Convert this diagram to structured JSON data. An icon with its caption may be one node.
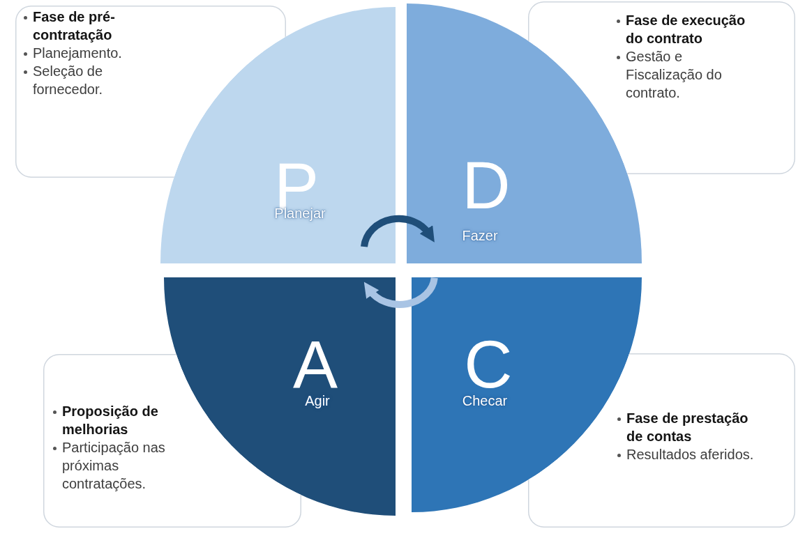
{
  "diagram": {
    "nodes": [
      {
        "text": [
          "Fase de pré-contratação",
          "Planejamento.",
          "Seleção de fornecedor."
        ]
      },
      {
        "text": [
          "Fase de execução do contrato",
          "Gestão e Fiscalização do contrato."
        ]
      },
      {
        "text": [
          "P",
          "Planejar"
        ]
      },
      {
        "text": [
          "D",
          "Fazer"
        ]
      },
      {
        "text": [
          "A",
          "Agir"
        ]
      },
      {
        "text": [
          "C",
          "Checar"
        ]
      },
      {
        "text": [
          "Proposição de melhorias",
          "Participação nas próximas contratações."
        ]
      },
      {
        "text": [
          "Fase de prestação de contas",
          "Resultados aferidos."
        ]
      }
    ],
    "edges": [
      {
        "from": 2,
        "to": 3,
        "arrow": "to",
        "color": "#1f4e79"
      },
      {
        "from": 5,
        "to": 4,
        "arrow": "to",
        "color": "#a9c4e4"
      }
    ]
  }
}
